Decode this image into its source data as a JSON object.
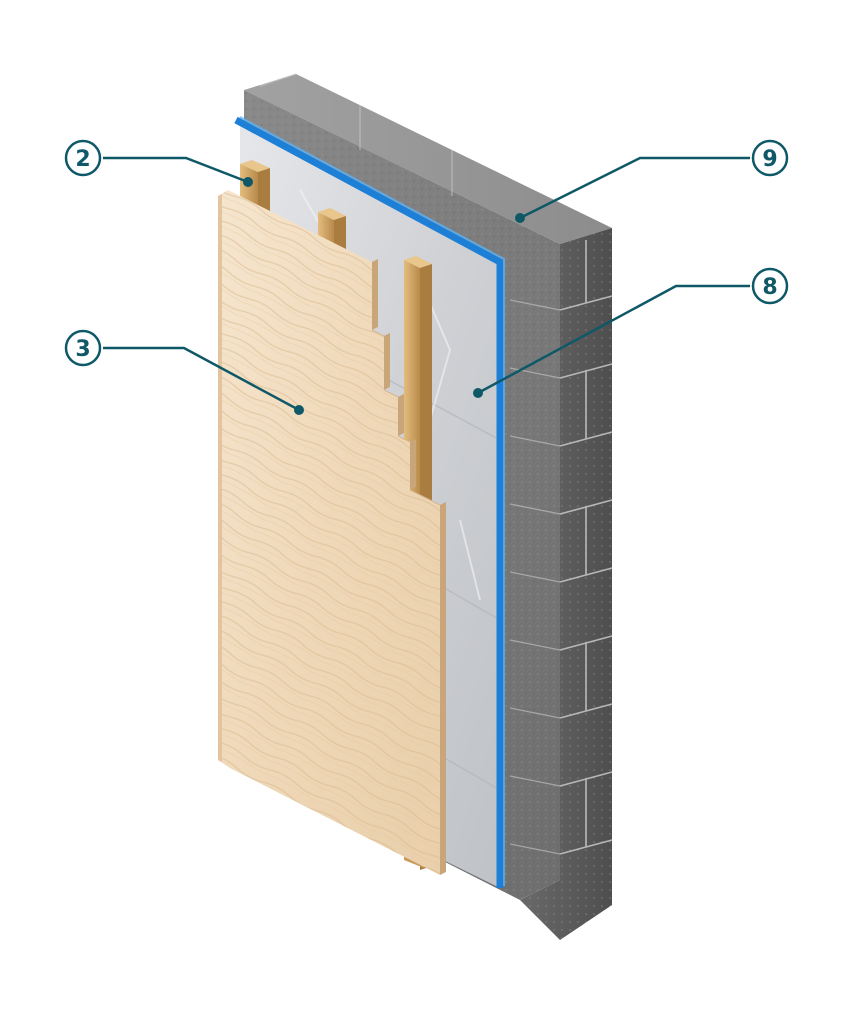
{
  "diagram": {
    "callouts": [
      {
        "id": "c2",
        "label": "2",
        "part": "timber-battens"
      },
      {
        "id": "c3",
        "label": "3",
        "part": "wood-cladding-panel"
      },
      {
        "id": "c8",
        "label": "8",
        "part": "reflective-membrane"
      },
      {
        "id": "c9",
        "label": "9",
        "part": "concrete-block-wall"
      }
    ],
    "colors": {
      "callout": "#0f5868",
      "membrane_tape": "#1e7fd6",
      "block_face": "#7a7a7a",
      "block_side": "#5e5e5e",
      "membrane": "#d3d5d8",
      "timber": "#d4a968",
      "cladding": "#f1dcc1"
    }
  }
}
